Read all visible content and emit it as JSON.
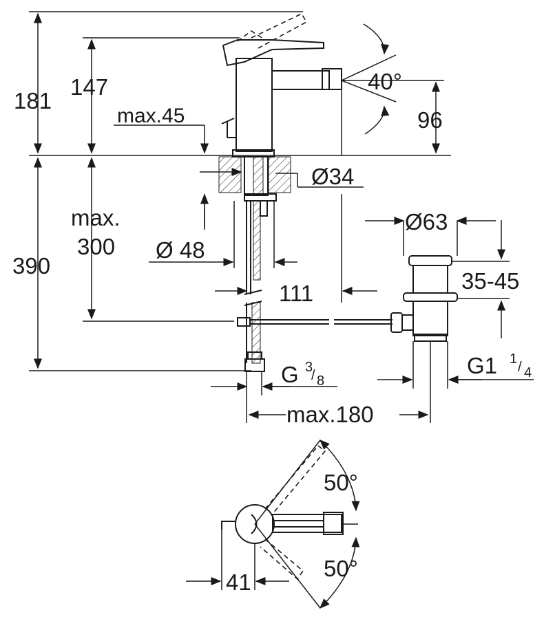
{
  "dimensions": {
    "d181": "181",
    "d147": "147",
    "max45": "max.45",
    "d40": "40°",
    "d96": "96",
    "d34": "Ø34",
    "max": "max.",
    "d300": "300",
    "d390": "390",
    "d48": "Ø 48",
    "d63": "Ø63",
    "d3545": "35-45",
    "d111": "111",
    "g_prefix": "G",
    "g_num": "3",
    "g_den": "8",
    "g1_prefix": "G1",
    "g1_num": "1",
    "g1_den": "4",
    "max180": "max.180",
    "d50_top": "50°",
    "d50_bottom": "50°",
    "d41": "41"
  },
  "colors": {
    "line": "#1a1a1a",
    "background": "#ffffff"
  }
}
